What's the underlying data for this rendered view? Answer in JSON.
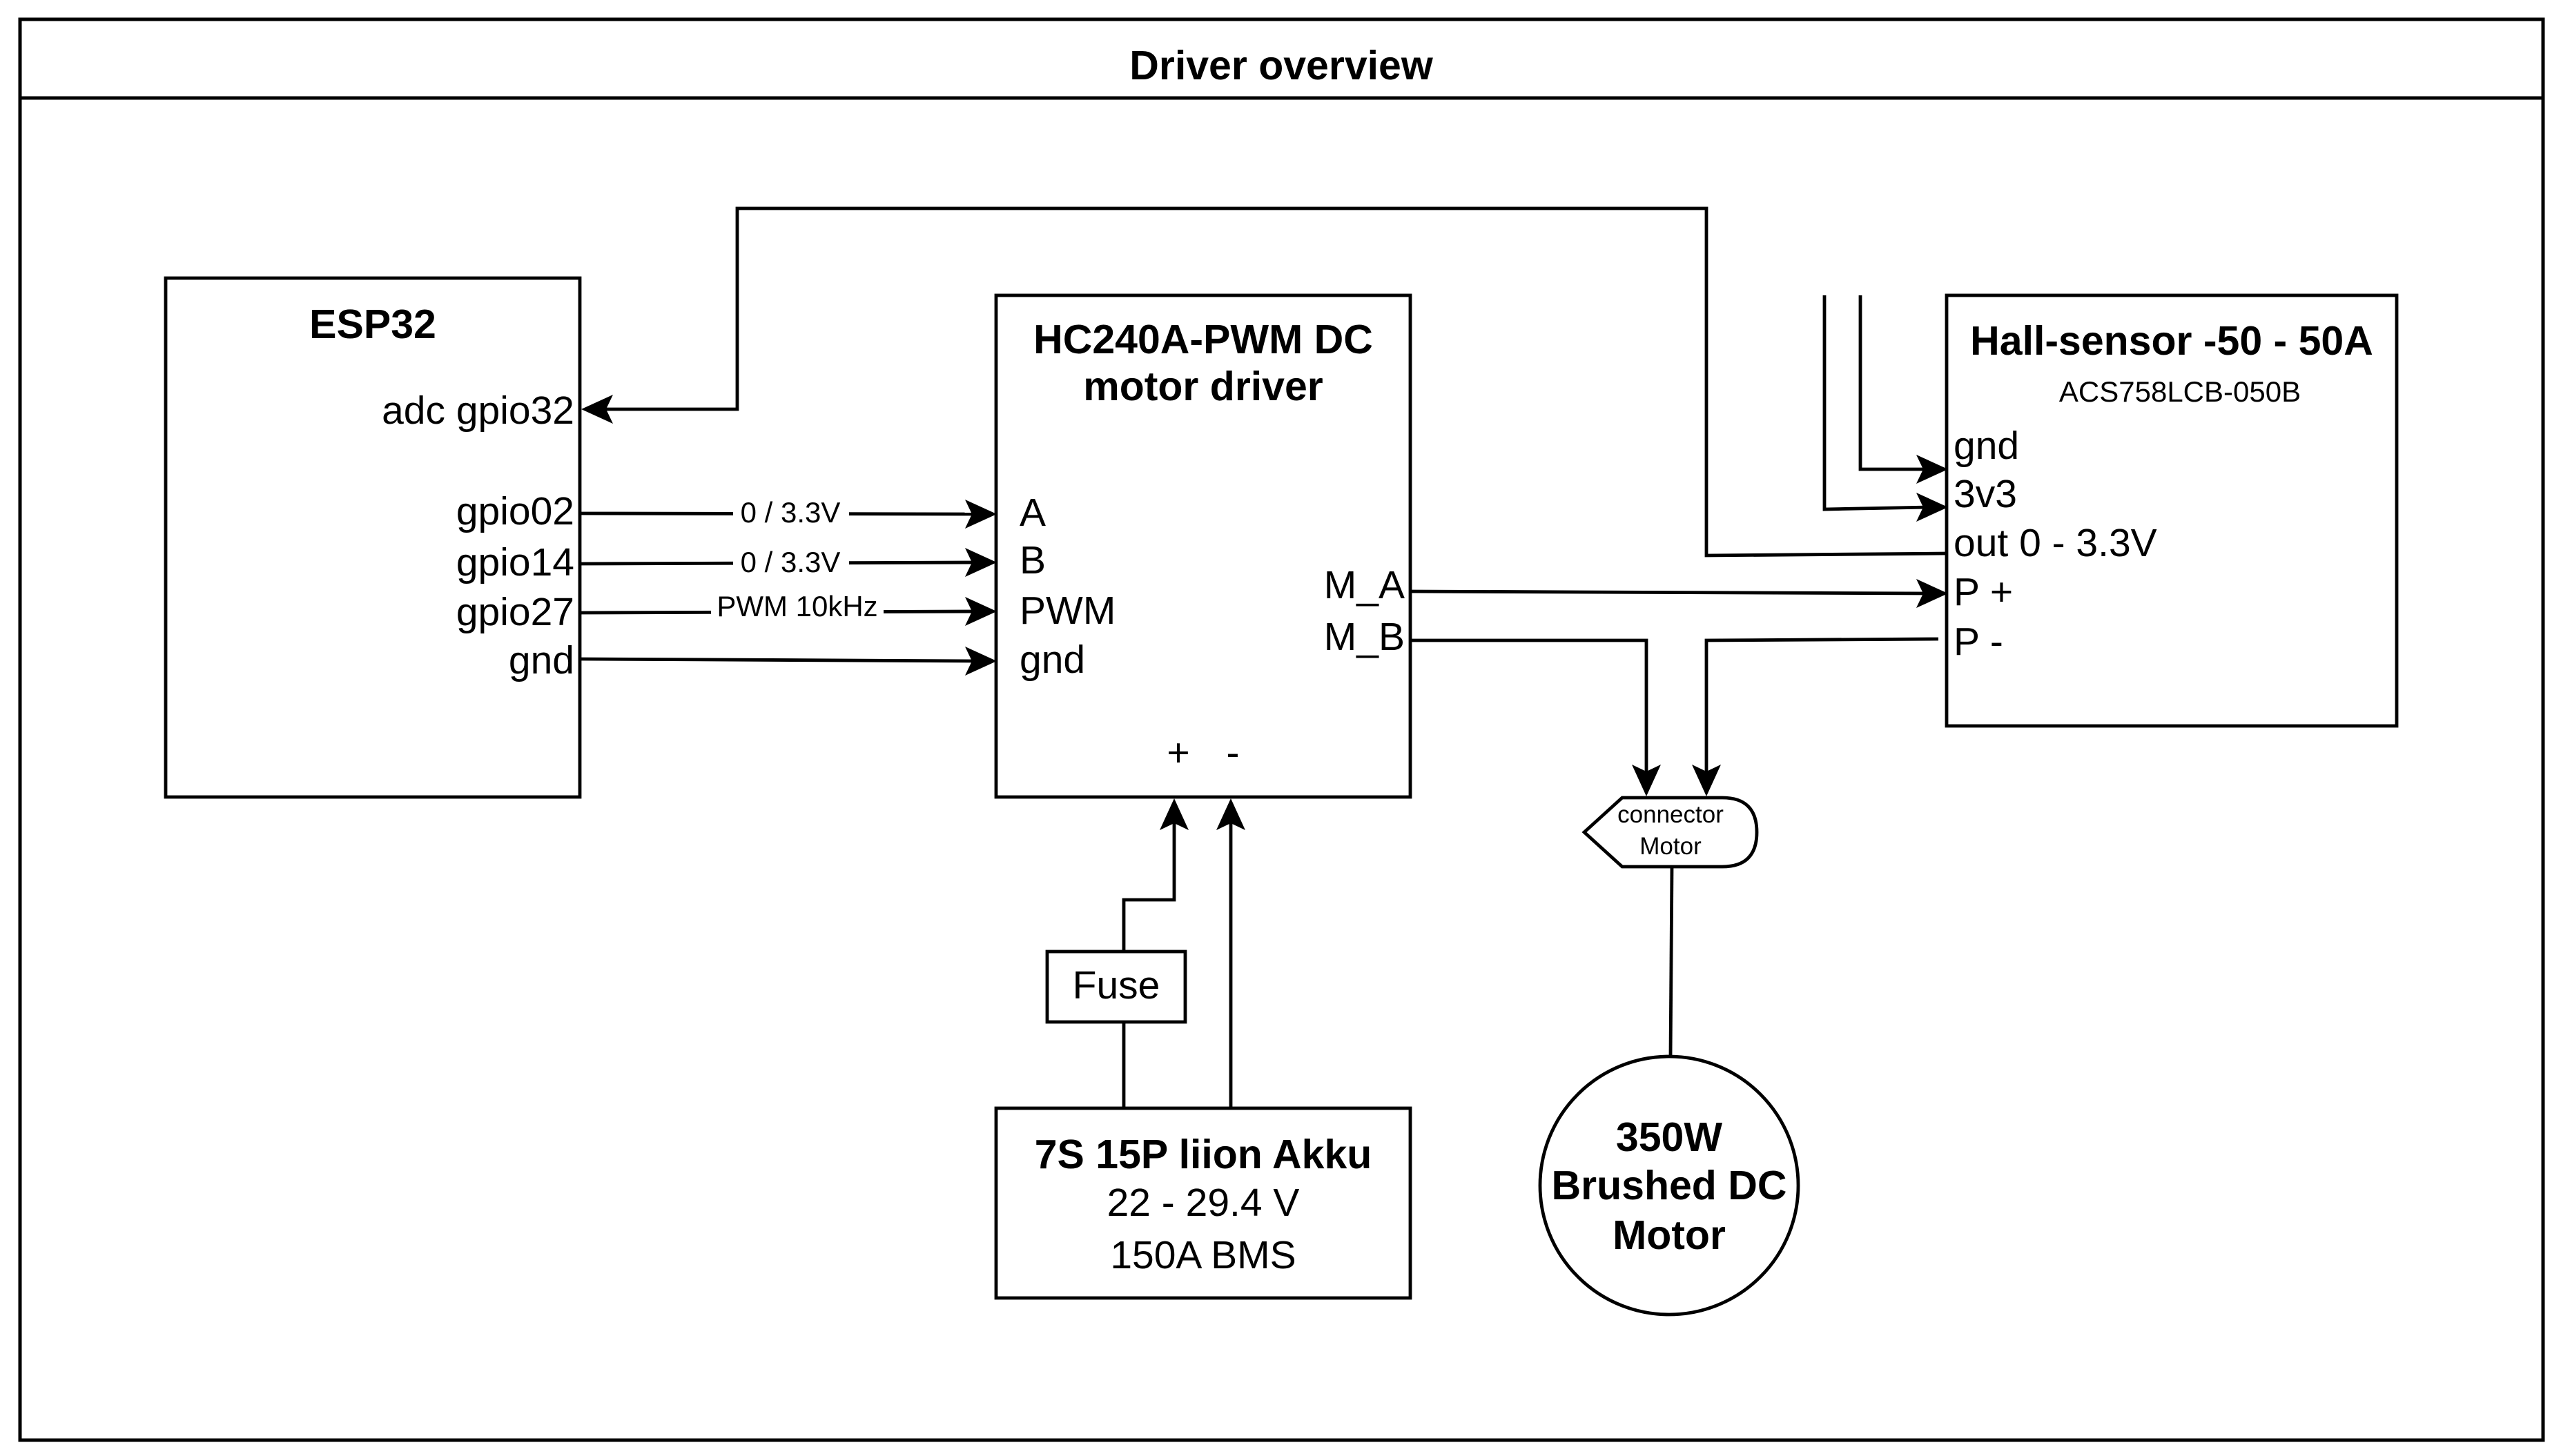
{
  "title": "Driver overview",
  "esp32": {
    "name": "ESP32",
    "pins": [
      "adc gpio32",
      "gpio02",
      "gpio14",
      "gpio27",
      "gnd"
    ]
  },
  "driver": {
    "name_line1": "HC240A-PWM DC",
    "name_line2": "motor driver",
    "inputs": [
      "A",
      "B",
      "PWM",
      "gnd"
    ],
    "outputs": [
      "M_A",
      "M_B"
    ],
    "power_plus": "+",
    "power_minus": "-"
  },
  "signals": [
    "0 / 3.3V",
    "0 / 3.3V",
    "PWM 10kHz"
  ],
  "hall": {
    "name": "Hall-sensor -50 - 50A",
    "part": "ACS758LCB-050B",
    "pins": [
      "gnd",
      "3v3",
      "out 0 - 3.3V",
      "P +",
      "P -"
    ]
  },
  "fuse": {
    "label": "Fuse"
  },
  "battery": {
    "name": "7S 15P liion Akku",
    "voltage": "22 - 29.4 V",
    "bms": "150A BMS"
  },
  "connector": {
    "line1": "connector",
    "line2": "Motor"
  },
  "motor": {
    "line1": "350W",
    "line2": "Brushed DC",
    "line3": "Motor"
  }
}
